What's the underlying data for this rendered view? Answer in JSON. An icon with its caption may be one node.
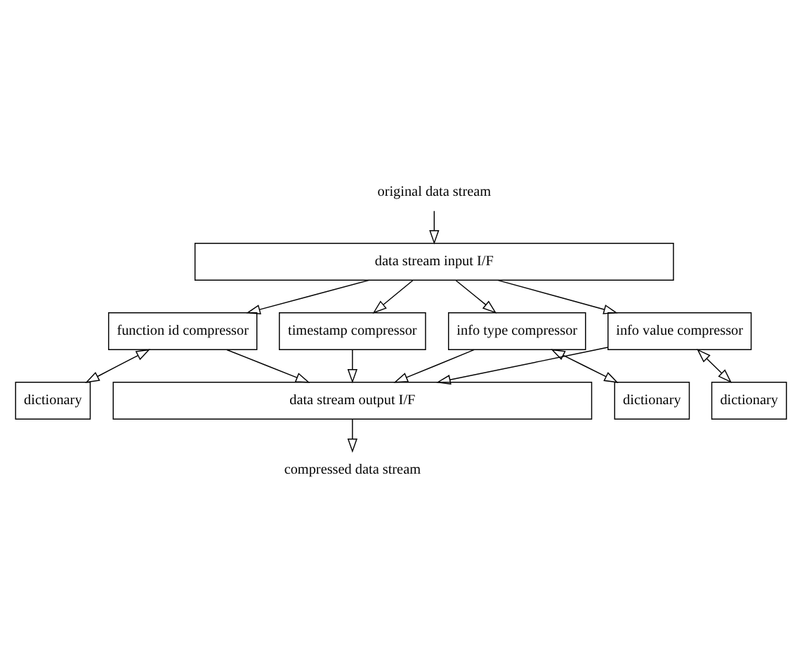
{
  "diagram": {
    "nodes": [
      {
        "text": [
          "original data stream"
        ]
      },
      {
        "text": [
          "data stream input I/F"
        ]
      },
      {
        "text": [
          "timestamp compressor"
        ]
      },
      {
        "text": [
          "function id compressor"
        ]
      },
      {
        "text": [
          "info type compressor"
        ]
      },
      {
        "text": [
          "info value compressor"
        ]
      },
      {
        "text": [
          "dictionary"
        ]
      },
      {
        "text": [
          "dictionary"
        ]
      },
      {
        "text": [
          "dictionary"
        ]
      },
      {
        "text": [
          "data stream output I/F"
        ]
      },
      {
        "text": [
          "compressed data stream"
        ]
      }
    ],
    "edges": [
      {
        "from": 0,
        "to": 1,
        "arrow": "to"
      },
      {
        "from": 1,
        "to": 2,
        "arrow": "to"
      },
      {
        "from": 1,
        "to": 3,
        "arrow": "to"
      },
      {
        "from": 1,
        "to": 4,
        "arrow": "to"
      },
      {
        "from": 1,
        "to": 5,
        "arrow": "to"
      },
      {
        "from": 3,
        "to": 6,
        "arrow": "both"
      },
      {
        "from": 4,
        "to": 7,
        "arrow": "both"
      },
      {
        "from": 5,
        "to": 8,
        "arrow": "both"
      },
      {
        "from": 2,
        "to": 9,
        "arrow": "to"
      },
      {
        "from": 3,
        "to": 9,
        "arrow": "to"
      },
      {
        "from": 4,
        "to": 9,
        "arrow": "to"
      },
      {
        "from": 5,
        "to": 9,
        "arrow": "to"
      },
      {
        "from": 9,
        "to": 10,
        "arrow": "to"
      }
    ]
  }
}
